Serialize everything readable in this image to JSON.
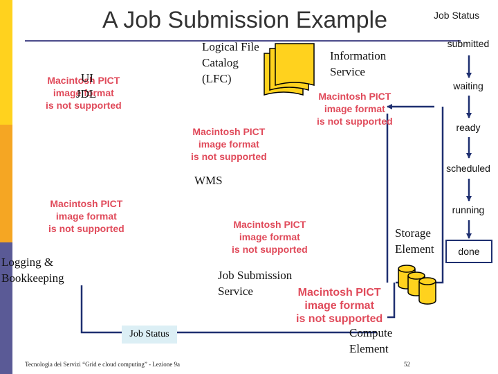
{
  "title": "A Job Submission Example",
  "status_panel": {
    "title": "Job Status",
    "states": [
      "submitted",
      "waiting",
      "ready",
      "scheduled",
      "running",
      "done"
    ]
  },
  "placeholder_text": [
    "Macintosh PICT",
    "image format",
    "is not supported"
  ],
  "labels": {
    "ui_line1": "UI",
    "ui_line2": "JDL",
    "lfc_line1": "Logical File",
    "lfc_line2": "Catalog",
    "lfc_line3": "(LFC)",
    "is_line1": "Information",
    "is_line2": "Service",
    "wms": "WMS",
    "storage_line1": "Storage",
    "storage_line2": "Element",
    "lb_line1": "Logging &",
    "lb_line2": "Bookkeeping",
    "jss_line1": "Job Submission",
    "jss_line2": "Service",
    "ce_line1": "Compute",
    "ce_line2": "Element",
    "job_status_box": "Job Status"
  },
  "footer": {
    "text": "Tecnologia dei Servizi “Grid e cloud computing” - Lezione 9a",
    "page": "52"
  },
  "colors": {
    "sidebar_yellow": "#ffd21e",
    "sidebar_orange": "#f5a623",
    "sidebar_purple": "#5a5a96",
    "arrow_navy": "#1e2f70",
    "placeholder_red": "#e04a5a",
    "cylinder_yellow": "#ffd21e",
    "job_status_box": "#dceff5"
  }
}
